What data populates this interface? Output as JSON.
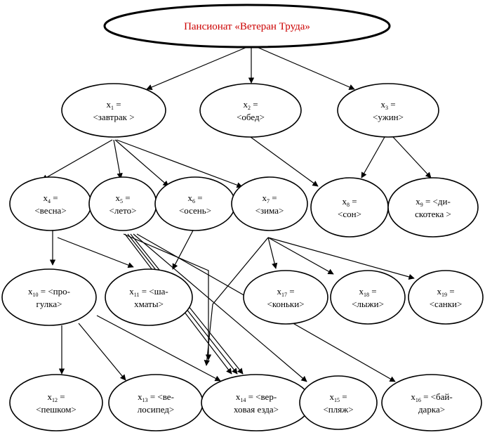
{
  "root": {
    "label": "Пансионат «Ветеран Труда»",
    "color": "#cc0000"
  },
  "nodes": [
    {
      "id": "x1",
      "sub": "1",
      "l1": " =",
      "l2": "<завтрак >"
    },
    {
      "id": "x2",
      "sub": "2",
      "l1": " =",
      "l2": "<обед>"
    },
    {
      "id": "x3",
      "sub": "3",
      "l1": " =",
      "l2": "<ужин>"
    },
    {
      "id": "x4",
      "sub": "4",
      "l1": " =",
      "l2": "<весна>"
    },
    {
      "id": "x5",
      "sub": "5",
      "l1": " =",
      "l2": "<лето>"
    },
    {
      "id": "x6",
      "sub": "6",
      "l1": " =",
      "l2": "<осень>"
    },
    {
      "id": "x7",
      "sub": "7",
      "l1": " =",
      "l2": "<зима>"
    },
    {
      "id": "x8",
      "sub": "8",
      "l1": " =",
      "l2": "<сон>"
    },
    {
      "id": "x9",
      "sub": "9",
      "l1": " = <ди-",
      "l2": "скотека >"
    },
    {
      "id": "x10",
      "sub": "10",
      "l1": " = <про-",
      "l2": "гулка>"
    },
    {
      "id": "x11",
      "sub": "11",
      "l1": " = <ша-",
      "l2": "хматы>"
    },
    {
      "id": "x12",
      "sub": "12",
      "l1": " =",
      "l2": "<пешком>"
    },
    {
      "id": "x13",
      "sub": "13",
      "l1": " = <ве-",
      "l2": "лосипед>"
    },
    {
      "id": "x14",
      "sub": "14",
      "l1": " = <вер-",
      "l2": "ховая езда>"
    },
    {
      "id": "x15",
      "sub": "15",
      "l1": " =",
      "l2": "<пляж>"
    },
    {
      "id": "x16",
      "sub": "16",
      "l1": " = <бай-",
      "l2": "дарка>"
    },
    {
      "id": "x17",
      "sub": "17",
      "l1": " =",
      "l2": "<коньки>"
    },
    {
      "id": "x18",
      "sub": "18",
      "l1": " =",
      "l2": "<лыжи>"
    },
    {
      "id": "x19",
      "sub": "19",
      "l1": " =",
      "l2": "<санки>"
    }
  ],
  "edges": [
    [
      "root",
      "x1"
    ],
    [
      "root",
      "x2"
    ],
    [
      "root",
      "x3"
    ],
    [
      "x1",
      "x4"
    ],
    [
      "x1",
      "x5"
    ],
    [
      "x1",
      "x6"
    ],
    [
      "x1",
      "x7"
    ],
    [
      "x2",
      "x8"
    ],
    [
      "x3",
      "x8"
    ],
    [
      "x3",
      "x9"
    ],
    [
      "x4",
      "x10"
    ],
    [
      "x4",
      "x11"
    ],
    [
      "x6",
      "x11"
    ],
    [
      "x5",
      "x14"
    ],
    [
      "x5",
      "x14"
    ],
    [
      "x5",
      "x14"
    ],
    [
      "x5",
      "x13"
    ],
    [
      "x5",
      "x15"
    ],
    [
      "x5",
      "x16"
    ],
    [
      "x7",
      "x13"
    ],
    [
      "x7",
      "x17"
    ],
    [
      "x7",
      "x18"
    ],
    [
      "x7",
      "x19"
    ],
    [
      "x10",
      "x12"
    ],
    [
      "x10",
      "x13"
    ],
    [
      "x10",
      "x14"
    ]
  ]
}
